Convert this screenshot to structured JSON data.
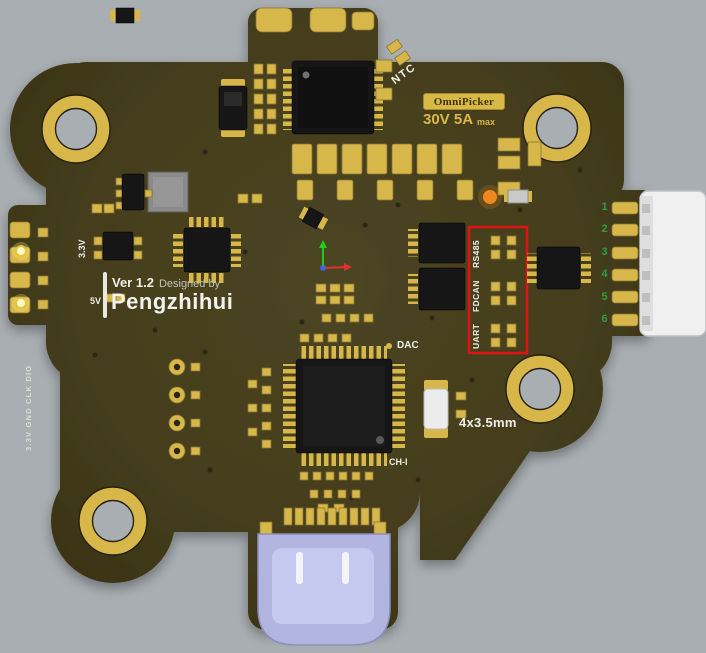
{
  "colors": {
    "bg": "#a9aeb2",
    "board": "#443d1c",
    "gold": "#d7b74a",
    "gold_dark": "#8a7430",
    "gold_text": "#d9b945",
    "silk": "#efefe8",
    "red": "#e01212",
    "pin_green": "#2f9e41",
    "led_orange": "#ef8820",
    "usb_shell": "#b2b5e0",
    "ic_black": "#161616"
  },
  "labels": {
    "ntc": "NTC",
    "badge": "OmniPicker",
    "rating_main": "30V 5A",
    "rating_suffix": "max",
    "rail_3v3": "3.3V",
    "rail_5v": "5V",
    "version": "Ver 1.2",
    "designed_by": "Designed by",
    "designer": "Pengzhihui",
    "debug_pins": "3.3V GND CLK DIO",
    "dac": "DAC",
    "ch1": "CH-I",
    "mounting_note": "4x3.5mm",
    "bus": [
      "RS485",
      "FDCAN",
      "UART"
    ],
    "connector_pins": [
      "1",
      "2",
      "3",
      "4",
      "5",
      "6"
    ]
  }
}
